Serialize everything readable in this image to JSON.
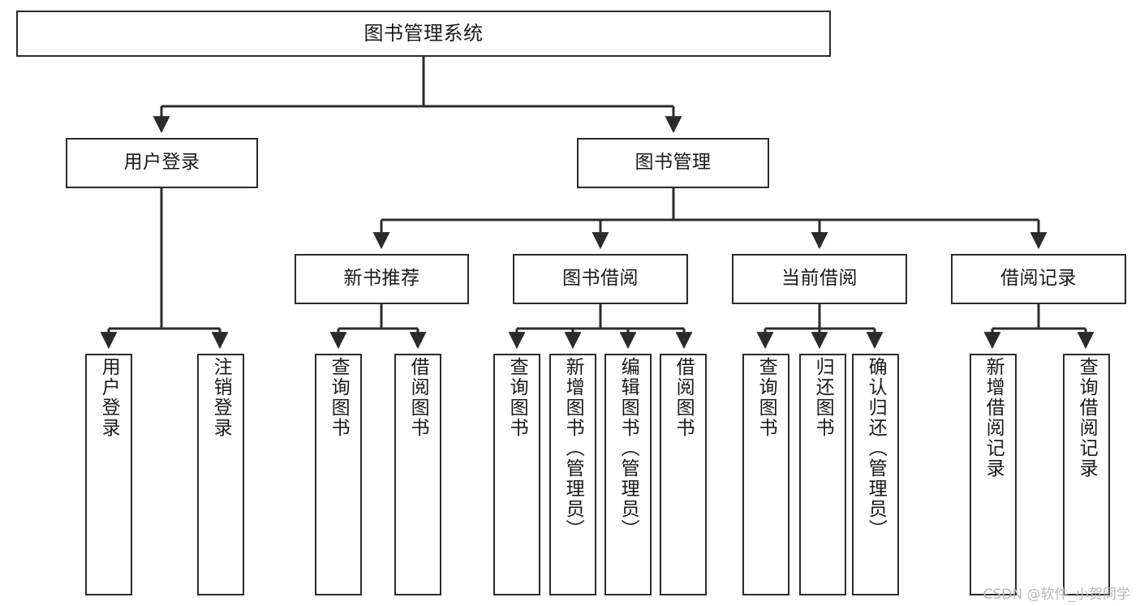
{
  "diagram": {
    "title": "图书管理系统",
    "type": "tree",
    "style": {
      "border_color": "#2b2b2b",
      "fill_color": "#ffffff",
      "text_color": "#1a1a1a",
      "edge_color": "#2b2b2b",
      "background": "#ffffff"
    },
    "nodes": {
      "root": {
        "label": "图书管理系统",
        "level": 0
      },
      "level1": [
        {
          "id": "user-login",
          "label": "用户登录"
        },
        {
          "id": "book-management",
          "label": "图书管理"
        }
      ],
      "level2": [
        {
          "id": "new-book-recommend",
          "label": "新书推荐",
          "parent": "book-management"
        },
        {
          "id": "book-borrow",
          "label": "图书借阅",
          "parent": "book-management"
        },
        {
          "id": "current-borrow",
          "label": "当前借阅",
          "parent": "book-management"
        },
        {
          "id": "borrow-record",
          "label": "借阅记录",
          "parent": "book-management"
        }
      ],
      "leaves": [
        {
          "id": "leaf-user-login",
          "label": "用户登录",
          "parent": "user-login"
        },
        {
          "id": "leaf-logout",
          "label": "注销登录",
          "parent": "user-login"
        },
        {
          "id": "leaf-query-book-1",
          "label": "查询图书",
          "parent": "new-book-recommend"
        },
        {
          "id": "leaf-borrow-book-1",
          "label": "借阅图书",
          "parent": "new-book-recommend"
        },
        {
          "id": "leaf-query-book-2",
          "label": "查询图书",
          "parent": "book-borrow"
        },
        {
          "id": "leaf-add-book",
          "label": "新增图书（管理员）",
          "parent": "book-borrow"
        },
        {
          "id": "leaf-edit-book",
          "label": "编辑图书（管理员）",
          "parent": "book-borrow"
        },
        {
          "id": "leaf-borrow-book-2",
          "label": "借阅图书",
          "parent": "book-borrow"
        },
        {
          "id": "leaf-query-book-3",
          "label": "查询图书",
          "parent": "current-borrow"
        },
        {
          "id": "leaf-return-book",
          "label": "归还图书",
          "parent": "current-borrow"
        },
        {
          "id": "leaf-confirm-return",
          "label": "确认归还（管理员）",
          "parent": "current-borrow"
        },
        {
          "id": "leaf-add-record",
          "label": "新增借阅记录",
          "parent": "borrow-record"
        },
        {
          "id": "leaf-query-record",
          "label": "查询借阅记录",
          "parent": "borrow-record"
        }
      ]
    }
  },
  "watermark": {
    "text": "CSDN @软件_小贺同学"
  }
}
